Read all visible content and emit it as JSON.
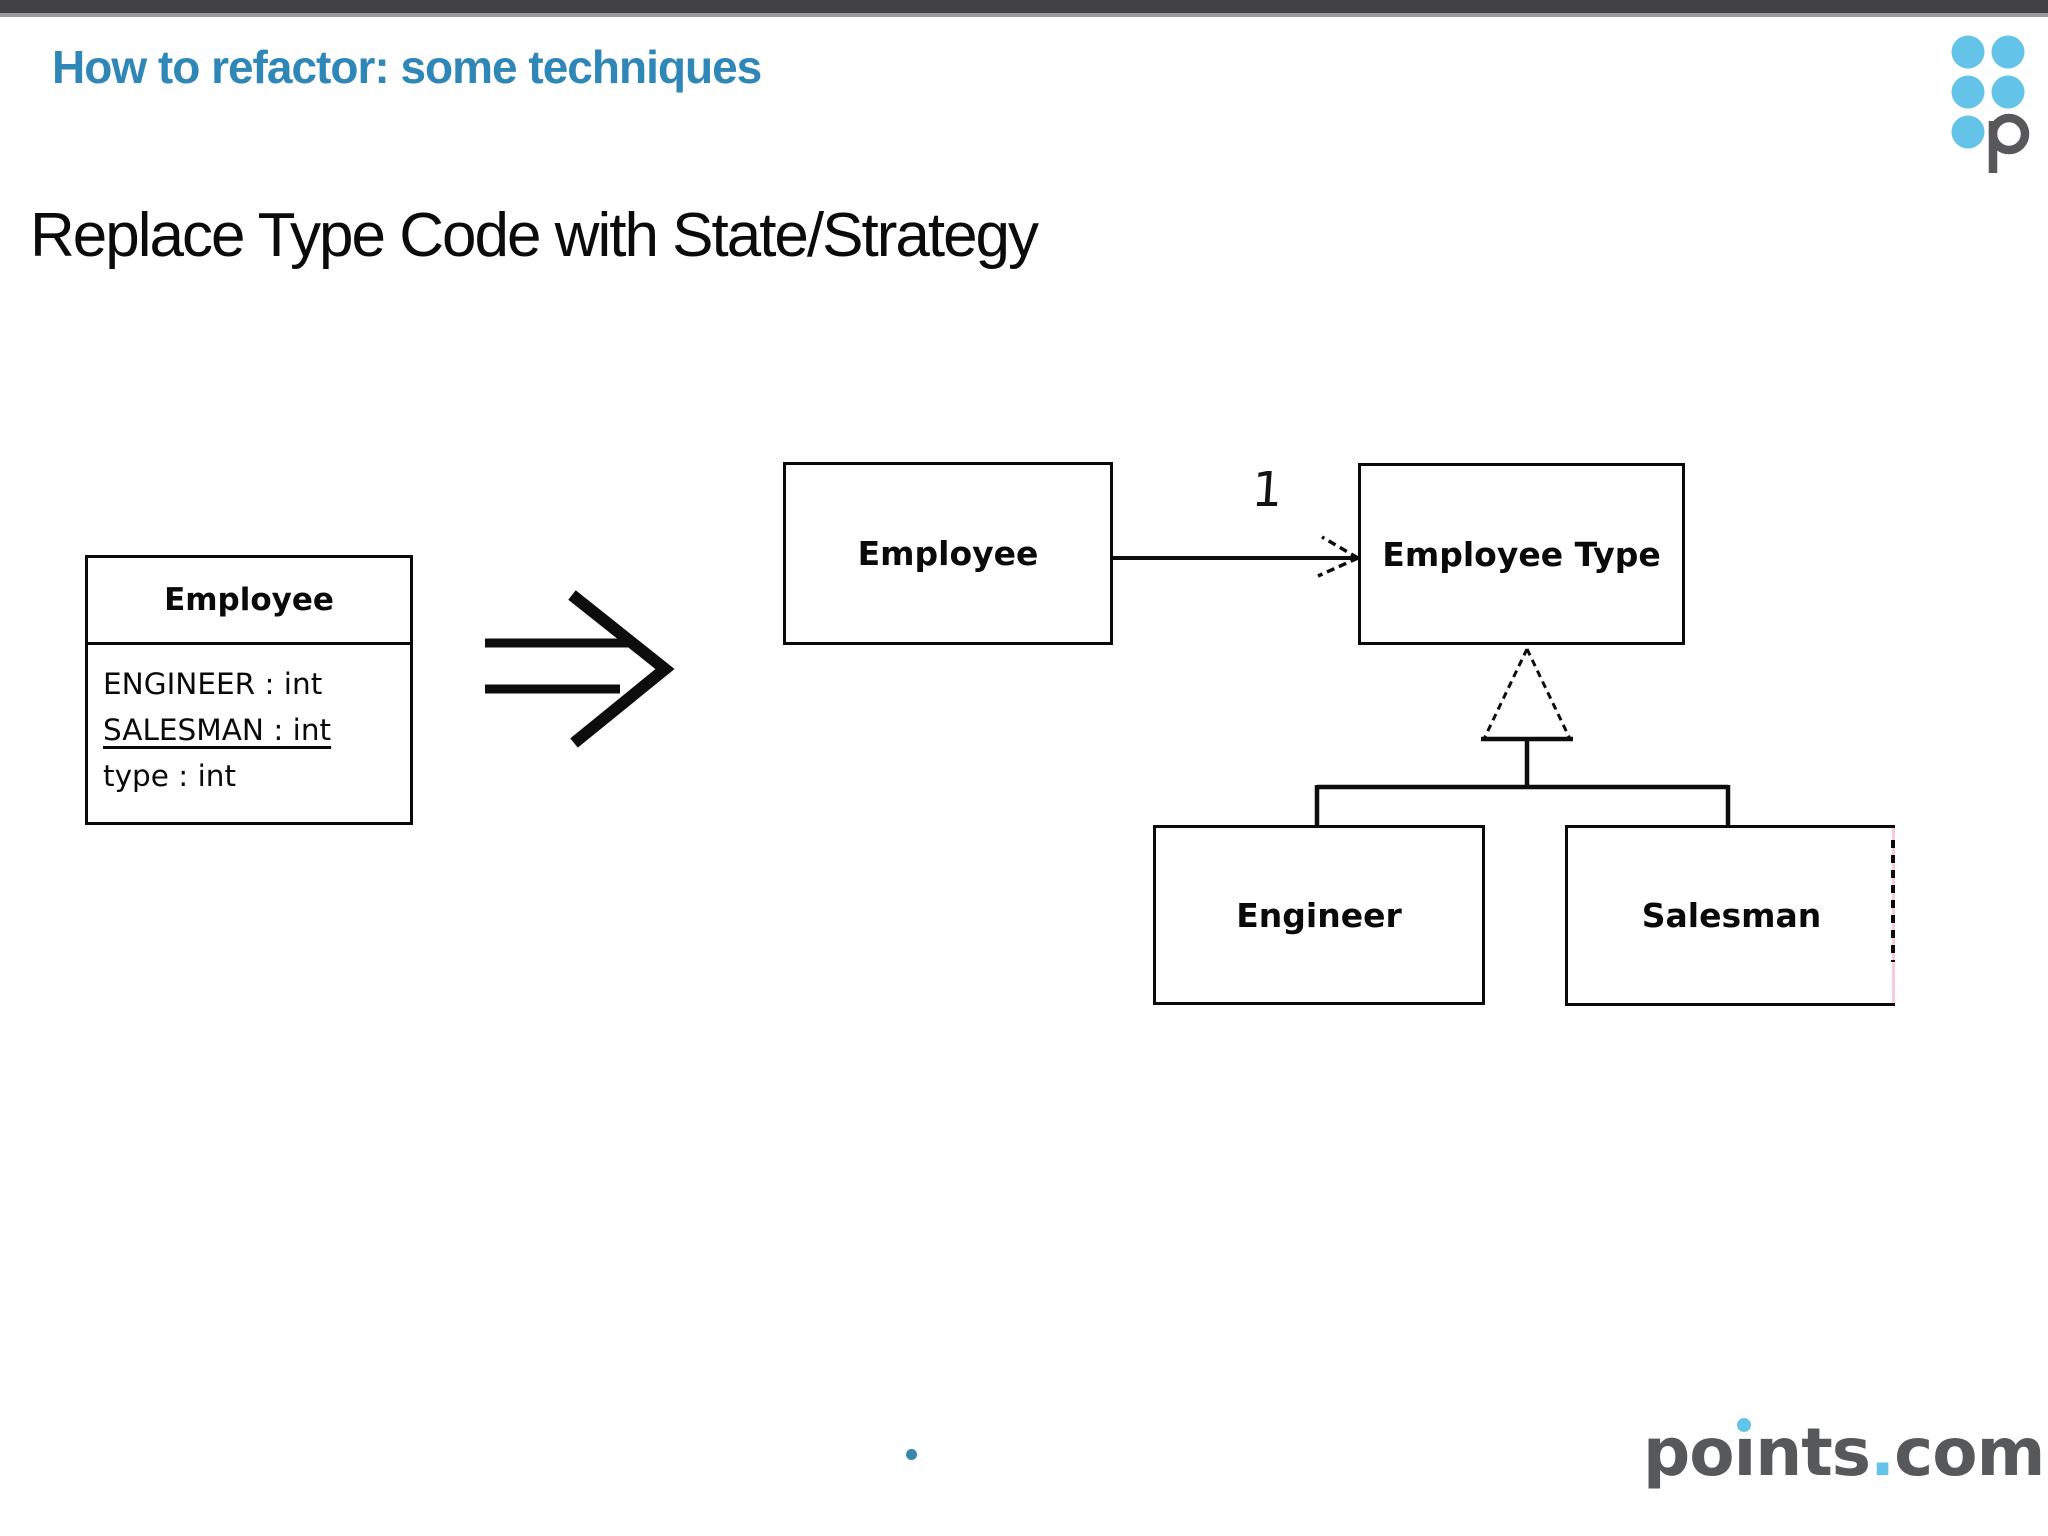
{
  "slide": {
    "kicker": "How to refactor: some techniques",
    "title": "Replace Type Code with State/Strategy"
  },
  "diagram": {
    "before": {
      "class_name": "Employee",
      "attributes": [
        {
          "text": "ENGINEER : int",
          "underline": false
        },
        {
          "text": "SALESMAN : int",
          "underline": true
        },
        {
          "text": "type : int",
          "underline": false
        }
      ]
    },
    "transform_arrow": "double-right-arrow",
    "after": {
      "employee_label": "Employee",
      "employee_type_label": "Employee Type",
      "association_multiplicity": "1",
      "subclasses": [
        "Engineer",
        "Salesman"
      ]
    }
  },
  "branding": {
    "logo_name": "points-logo",
    "wordmark": {
      "pre_i": "po",
      "i_dotless": "ı",
      "post_i": "nts",
      "separator": ".",
      "tld": "com"
    }
  },
  "colors": {
    "topbar": "#424244",
    "topbar_line": "#9b9b9b",
    "kicker_blue": "#2e87b7",
    "logo_blue": "#63c3e9",
    "logo_gray": "#58585a",
    "diagram_ink": "#0a0a0a",
    "salesman_edge_pink": "#f7ccd6",
    "bullet_blue": "#3a86ac",
    "wordmark_gray": "#57585a"
  }
}
